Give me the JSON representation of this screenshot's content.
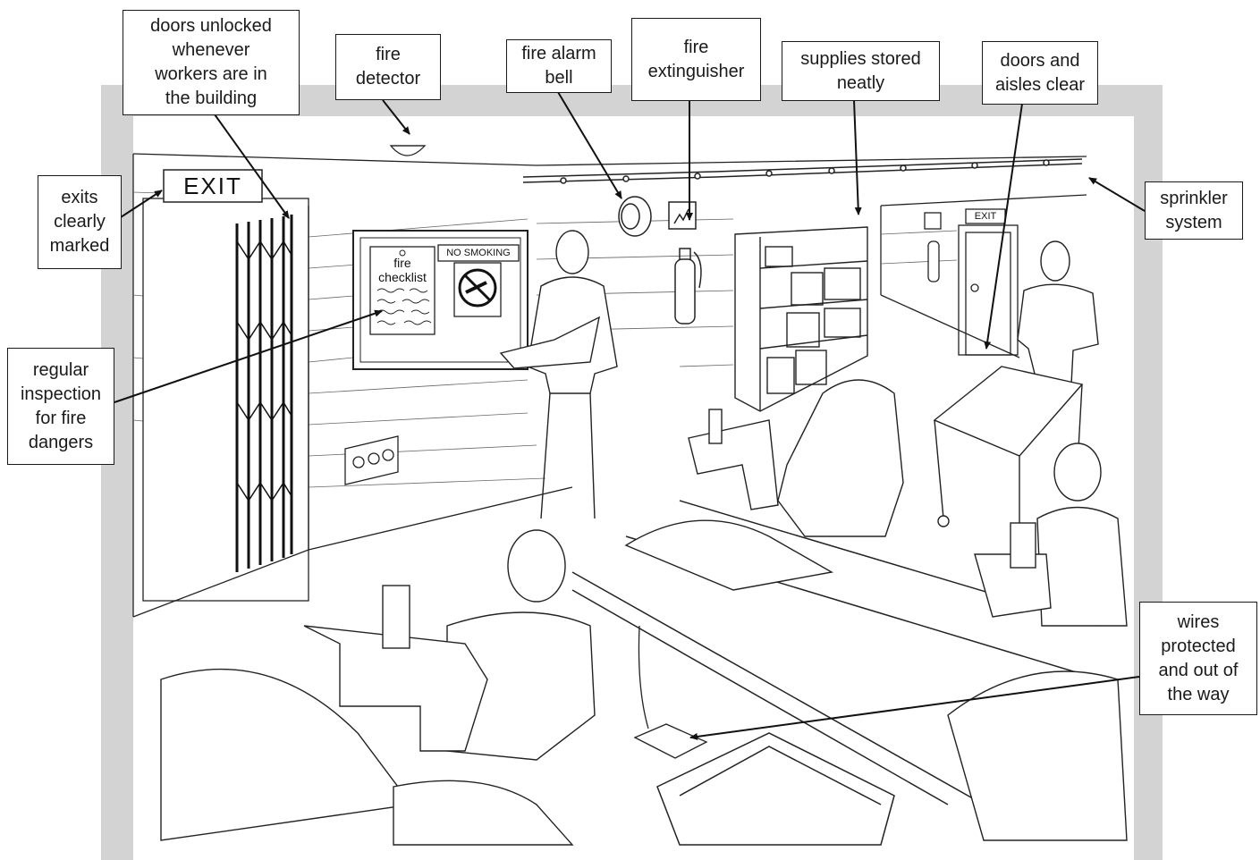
{
  "diagram": {
    "callouts": [
      {
        "id": "doors-unlocked",
        "text": "doors unlocked\nwhenever\nworkers are in\nthe building"
      },
      {
        "id": "fire-detector",
        "text": "fire\ndetector"
      },
      {
        "id": "fire-alarm-bell",
        "text": "fire alarm\nbell"
      },
      {
        "id": "fire-extinguisher",
        "text": "fire\nextinguisher"
      },
      {
        "id": "supplies-stored",
        "text": "supplies stored\nneatly"
      },
      {
        "id": "doors-aisles-clear",
        "text": "doors and\naisles clear"
      },
      {
        "id": "exits-marked",
        "text": "exits\nclearly\nmarked"
      },
      {
        "id": "sprinkler-system",
        "text": "sprinkler\nsystem"
      },
      {
        "id": "regular-inspection",
        "text": "regular\ninspection\nfor fire\ndangers"
      },
      {
        "id": "wires-protected",
        "text": "wires\nprotected\nand out of\nthe way"
      }
    ],
    "signs": {
      "exit_main": "EXIT",
      "exit_back": "EXIT",
      "no_smoking": "NO SMOKING",
      "checklist_line1": "fire",
      "checklist_line2": "checklist"
    }
  }
}
